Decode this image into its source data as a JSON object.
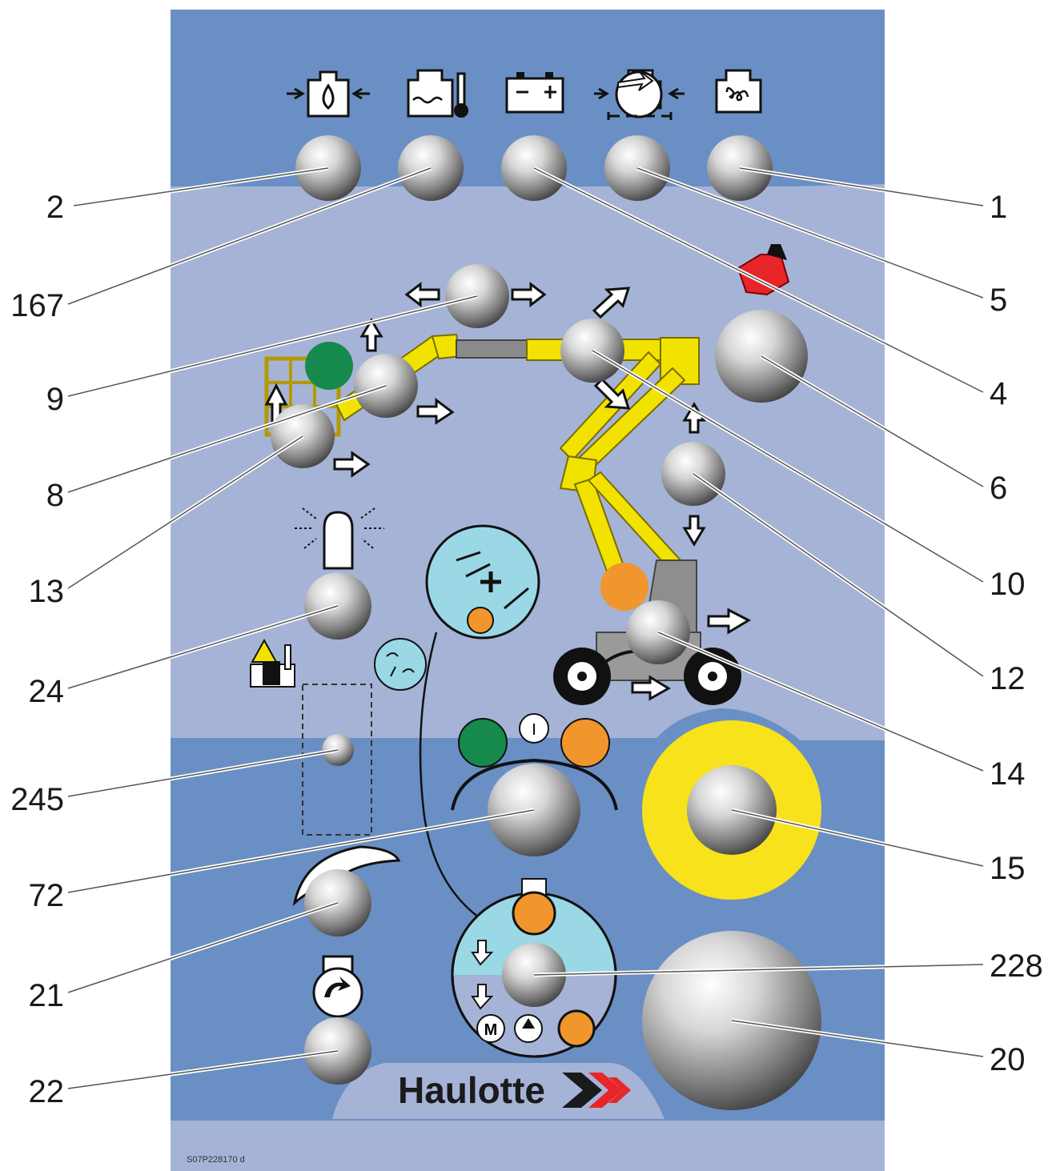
{
  "panel": {
    "brand": "Haulotte",
    "part_code": "S07P228170  d",
    "colors": {
      "panel_top": "#6a8fc4",
      "panel_mid": "#a5b3d6",
      "panel_bottom": "#6a8fc4",
      "machine_yellow": "#f2e200",
      "status_green": "#158a4c",
      "status_orange": "#f0962d",
      "ring_yellow": "#f7e21b",
      "badge_cyan": "#9ad8e6",
      "brand_red": "#e8262a"
    }
  },
  "indicator_icons": [
    "oil-pressure-icon",
    "coolant-temperature-icon",
    "battery-icon",
    "air-filter-icon",
    "glow-plug-icon"
  ],
  "callouts": {
    "c1": "1",
    "c2": "2",
    "c4": "4",
    "c5": "5",
    "c6": "6",
    "c8": "8",
    "c9": "9",
    "c10": "10",
    "c12": "12",
    "c13": "13",
    "c14": "14",
    "c15": "15",
    "c20": "20",
    "c21": "21",
    "c22": "22",
    "c24": "24",
    "c72": "72",
    "c167": "167",
    "c228": "228",
    "c245": "245"
  },
  "selector_72_labels": {
    "center": "I"
  },
  "selector_228_labels": {
    "mode": "M"
  }
}
